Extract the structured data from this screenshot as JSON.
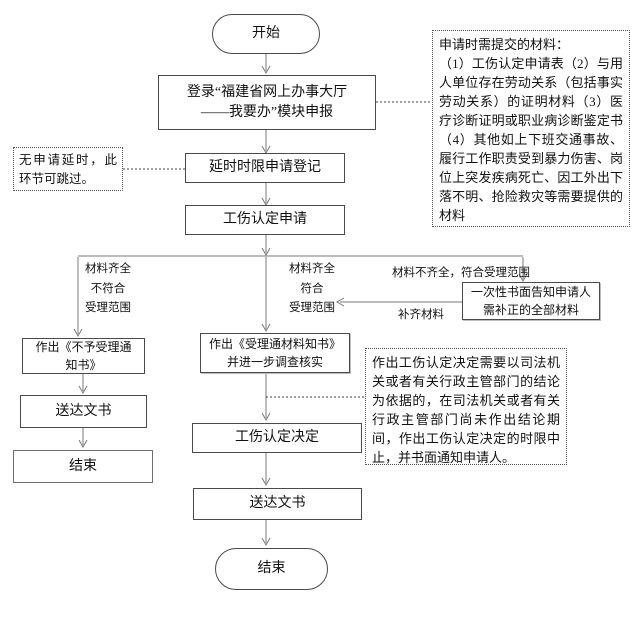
{
  "flow": {
    "start": "开始",
    "login": "登录“福建省网上办事大厅\n——我要办”模块申报",
    "delay": "延时时限申请登记",
    "apply": "工伤认定申请",
    "reject": "作出《不予受理通\n知书》",
    "deliver_left": "送达文书",
    "end_left": "结束",
    "notify": "作出《受理通材料知书》\n并进一步调查核实",
    "supplement_box": "一次性书面告知申请人\n需补正的全部材料",
    "decision": "工伤认定决定",
    "deliver": "送达文书",
    "end": "结束"
  },
  "labels": {
    "branch_left": "材料齐全\n不符合\n受理范围",
    "branch_center": "材料齐全\n符合\n受理范围",
    "branch_right": "材料不齐全，符合受理范围",
    "supplement": "补齐材料"
  },
  "annotations": {
    "materials": "申请时需提交的材料：\n（1）工伤认定申请表（2）与用人单位存在劳动关系（包括事实劳动关系）的证明材料（3）医疗诊断证明或职业病诊断鉴定书（4）其他如上下班交通事故、履行工作职责受到暴力伤害、岗位上突发疾病死亡、因工外出下落不明、抢险救灾等需要提供的材料",
    "skip_note": "无申请延时，此环节可跳过。",
    "decision_note": "作出工伤认定决定需要以司法机关或者有关行政主管部门的结论为依据的，在司法机关或者有关行政主管部门尚未作出结论期间，作出工伤认定决定的时限中止，并书面通知申请人。"
  },
  "colors": {
    "background": "#ffffff",
    "box_border": "#4a4a4a",
    "connector_line": "#7a7a7a",
    "dotted_link": "#444444",
    "text": "#111111"
  }
}
